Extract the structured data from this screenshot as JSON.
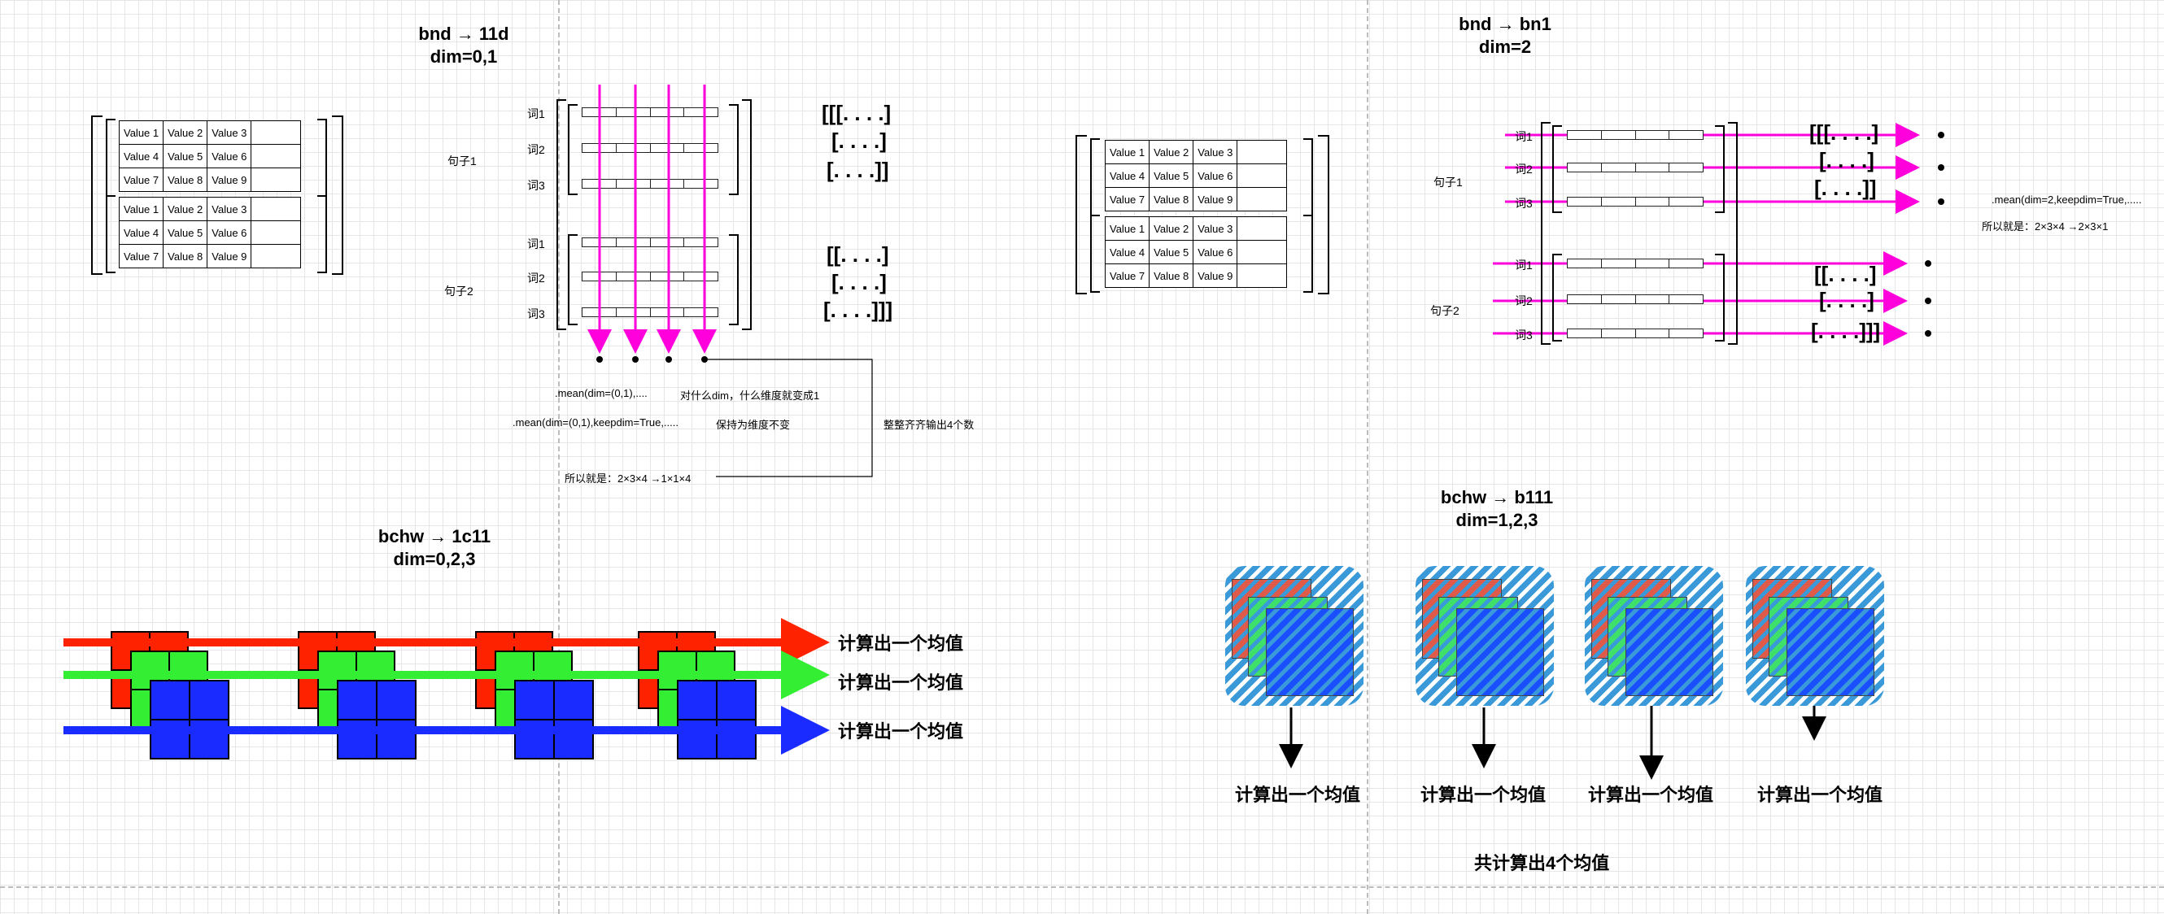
{
  "section1": {
    "title_line1": "bnd → 11d",
    "title_line2": "dim=0,1",
    "table": [
      [
        "Value 1",
        "Value 2",
        "Value 3"
      ],
      [
        "Value 4",
        "Value 5",
        "Value 6"
      ],
      [
        "Value 7",
        "Value 8",
        "Value 9"
      ]
    ],
    "sentence1": "句子1",
    "sentence2": "句子2",
    "words": [
      "词1",
      "词2",
      "词3"
    ],
    "result_lines": [
      "[[[. . . .]",
      "[. . . .]",
      "[. . . .]]",
      "[[. . . .]",
      "[. . . .]",
      "[. . . .]]]"
    ],
    "note_mean": ".mean(dim=(0,1),....",
    "note_mean_explain": "对什么dim，什么维度就变成1",
    "note_keepdim": ".mean(dim=(0,1),keepdim=True,.....",
    "note_keepdim_explain": "保持为维度不变",
    "note_output": "整整齐齐输出4个数",
    "note_shape": "所以就是：2×3×4 →1×1×4"
  },
  "section2": {
    "title_line1": "bnd → bn1",
    "title_line2": "dim=2",
    "sentence1": "句子1",
    "sentence2": "句子2",
    "words": [
      "词1",
      "词2",
      "词3"
    ],
    "result_lines": [
      "[[[. . . .]",
      "[. . . .]",
      "[. . . .]]",
      "[[. . . .]",
      "[. . . .]",
      "[. . . .]]]"
    ],
    "note_mean": ".mean(dim=2,keepdim=True,.....",
    "note_shape": "所以就是：2×3×4 →2×3×1"
  },
  "section3": {
    "title_line1": "bchw → 1c11",
    "title_line2": "dim=0,2,3",
    "arrow_label": "计算出一个均值",
    "colors": {
      "red": "#ff2200",
      "green": "#33ee33",
      "blue": "#1a2bff"
    }
  },
  "section4": {
    "title_line1": "bchw → b111",
    "title_line2": "dim=1,2,3",
    "arrow_label": "计算出一个均值",
    "total": "共计算出4个均值",
    "colors": {
      "hatch": "#3a9ad9",
      "red": "#e05a4a",
      "green": "#3fe06a",
      "blue": "#1a4fff"
    }
  }
}
